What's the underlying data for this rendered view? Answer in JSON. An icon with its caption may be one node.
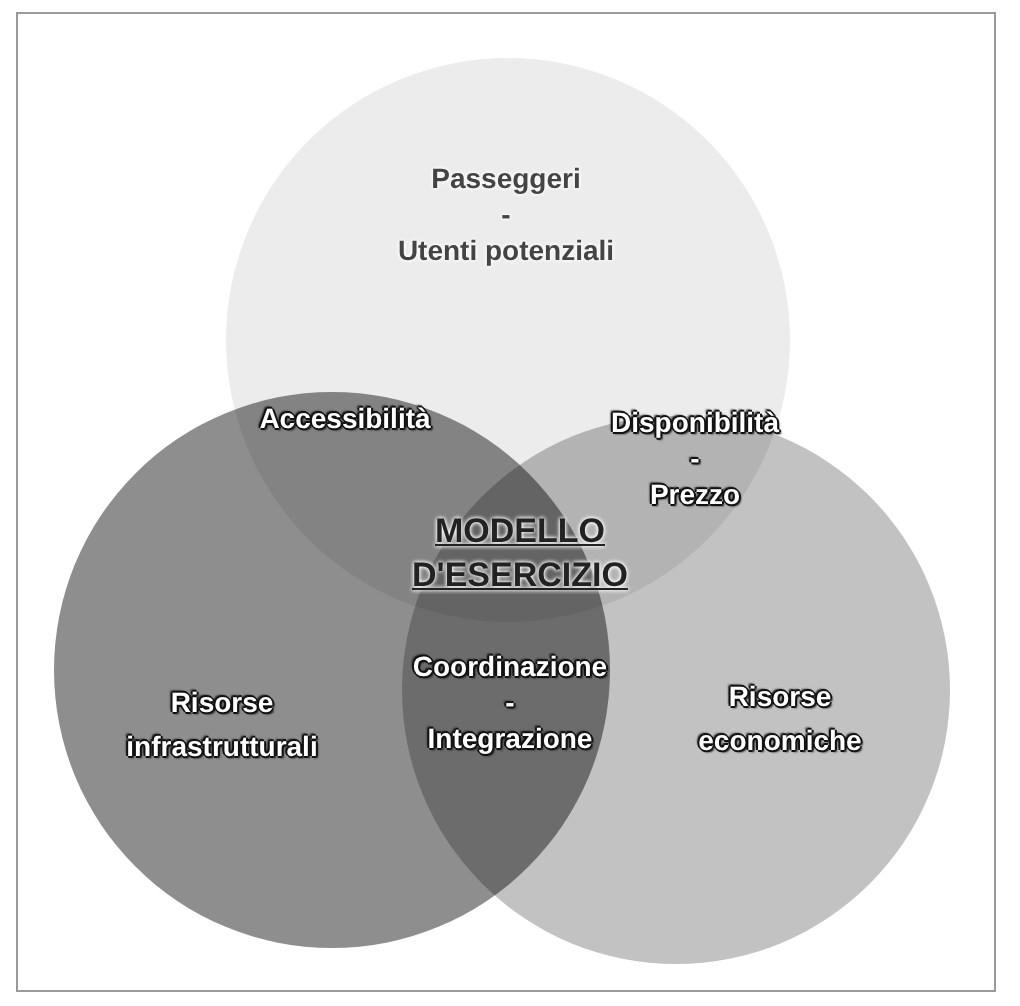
{
  "diagram": {
    "nodes": [
      {
        "text": [
          "Passeggeri - Utenti potenziali"
        ]
      },
      {
        "text": [
          "Risorse infrastrutturali"
        ]
      },
      {
        "text": [
          "Risorse economiche"
        ]
      }
    ],
    "labels": [
      "Accessibilità",
      "Disponibilità - Prezzo",
      "MODELLO D'ESERCIZIO",
      "Coordinazione - Integrazione"
    ]
  }
}
